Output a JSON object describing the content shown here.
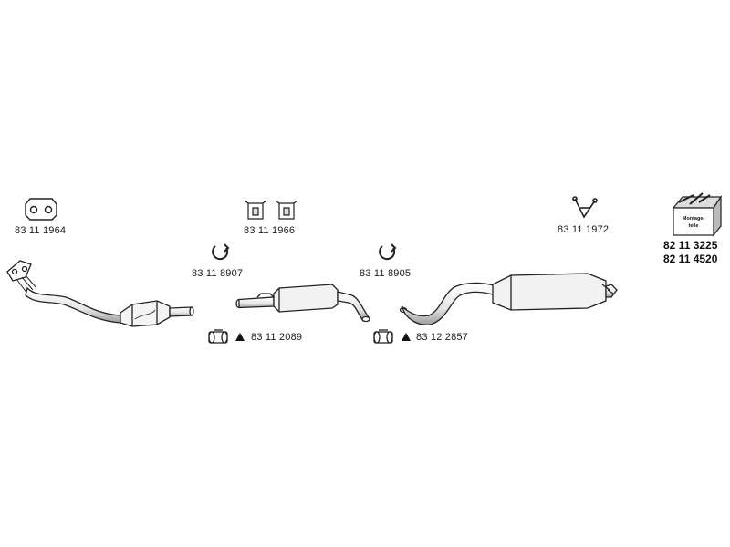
{
  "diagram": {
    "parts": {
      "manifold_gasket": "83 11 1964",
      "rubber_mounts": "83 11 1966",
      "rear_mount": "83 11 1972",
      "clamp_front": "83 11 8907",
      "clamp_middle": "83 11 8905",
      "connector_front": "83 11 2089",
      "connector_rear": "83 12 2857"
    },
    "kit": {
      "box_text_line1": "Montage-",
      "box_text_line2": "teile",
      "number_1": "82 11 3225",
      "number_2": "82 11 4520"
    },
    "colors": {
      "line": "#222222",
      "fill": "#ffffff",
      "shade": "#bdbdbd"
    }
  }
}
